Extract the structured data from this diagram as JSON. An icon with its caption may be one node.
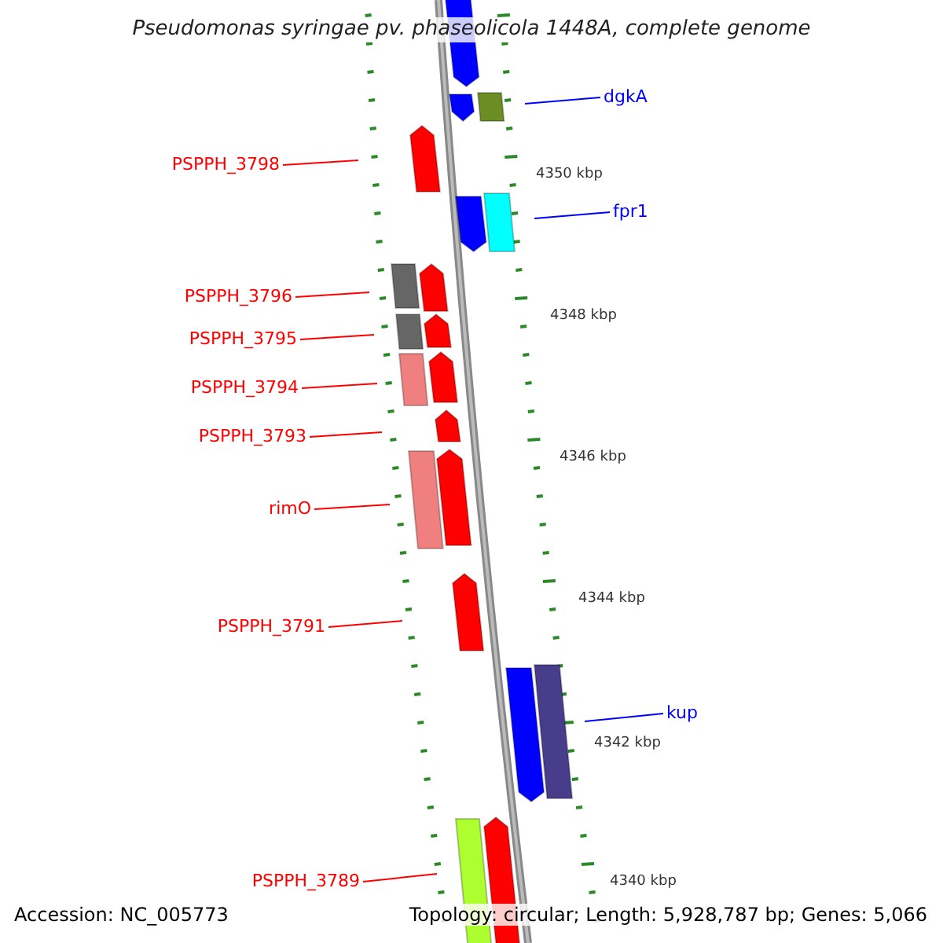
{
  "diagram": {
    "title": "Pseudomonas syringae pv. phaseolicola 1448A, complete genome",
    "nodes": [
      {
        "text": [
          "dgkA"
        ]
      },
      {
        "text": [
          "PSPPH_3798"
        ]
      },
      {
        "text": [
          "fpr1"
        ]
      },
      {
        "text": [
          "PSPPH_3796"
        ]
      },
      {
        "text": [
          "PSPPH_3795"
        ]
      },
      {
        "text": [
          "PSPPH_3794"
        ]
      },
      {
        "text": [
          "PSPPH_3793"
        ]
      },
      {
        "text": [
          "rimO"
        ]
      },
      {
        "text": [
          "PSPPH_3791"
        ]
      },
      {
        "text": [
          "kup"
        ]
      },
      {
        "text": [
          "PSPPH_3789"
        ]
      }
    ],
    "edges": [
      {
        "from": 0,
        "to": null,
        "arrow": "none",
        "color": "#0000ff"
      },
      {
        "from": 1,
        "to": null,
        "arrow": "none"
      },
      {
        "from": 2,
        "to": null,
        "arrow": "none",
        "color": "#0000ff"
      },
      {
        "from": 3,
        "to": null,
        "arrow": "none"
      },
      {
        "from": 4,
        "to": null,
        "arrow": "none"
      },
      {
        "from": 5,
        "to": null,
        "arrow": "none"
      },
      {
        "from": 6,
        "to": null,
        "arrow": "none"
      },
      {
        "from": 7,
        "to": null,
        "arrow": "none"
      },
      {
        "from": 8,
        "to": null,
        "arrow": "none"
      },
      {
        "from": 9,
        "to": null,
        "arrow": "none",
        "color": "#0000ff"
      },
      {
        "from": 10,
        "to": null,
        "arrow": "none"
      }
    ],
    "labels": [
      "4350 kbp",
      "4348 kbp",
      "4346 kbp",
      "4344 kbp",
      "4342 kbp",
      "4340 kbp",
      "Accession: NC_005773",
      "Topology: circular; Length: 5,928,787 bp; Genes: 5,066"
    ]
  }
}
